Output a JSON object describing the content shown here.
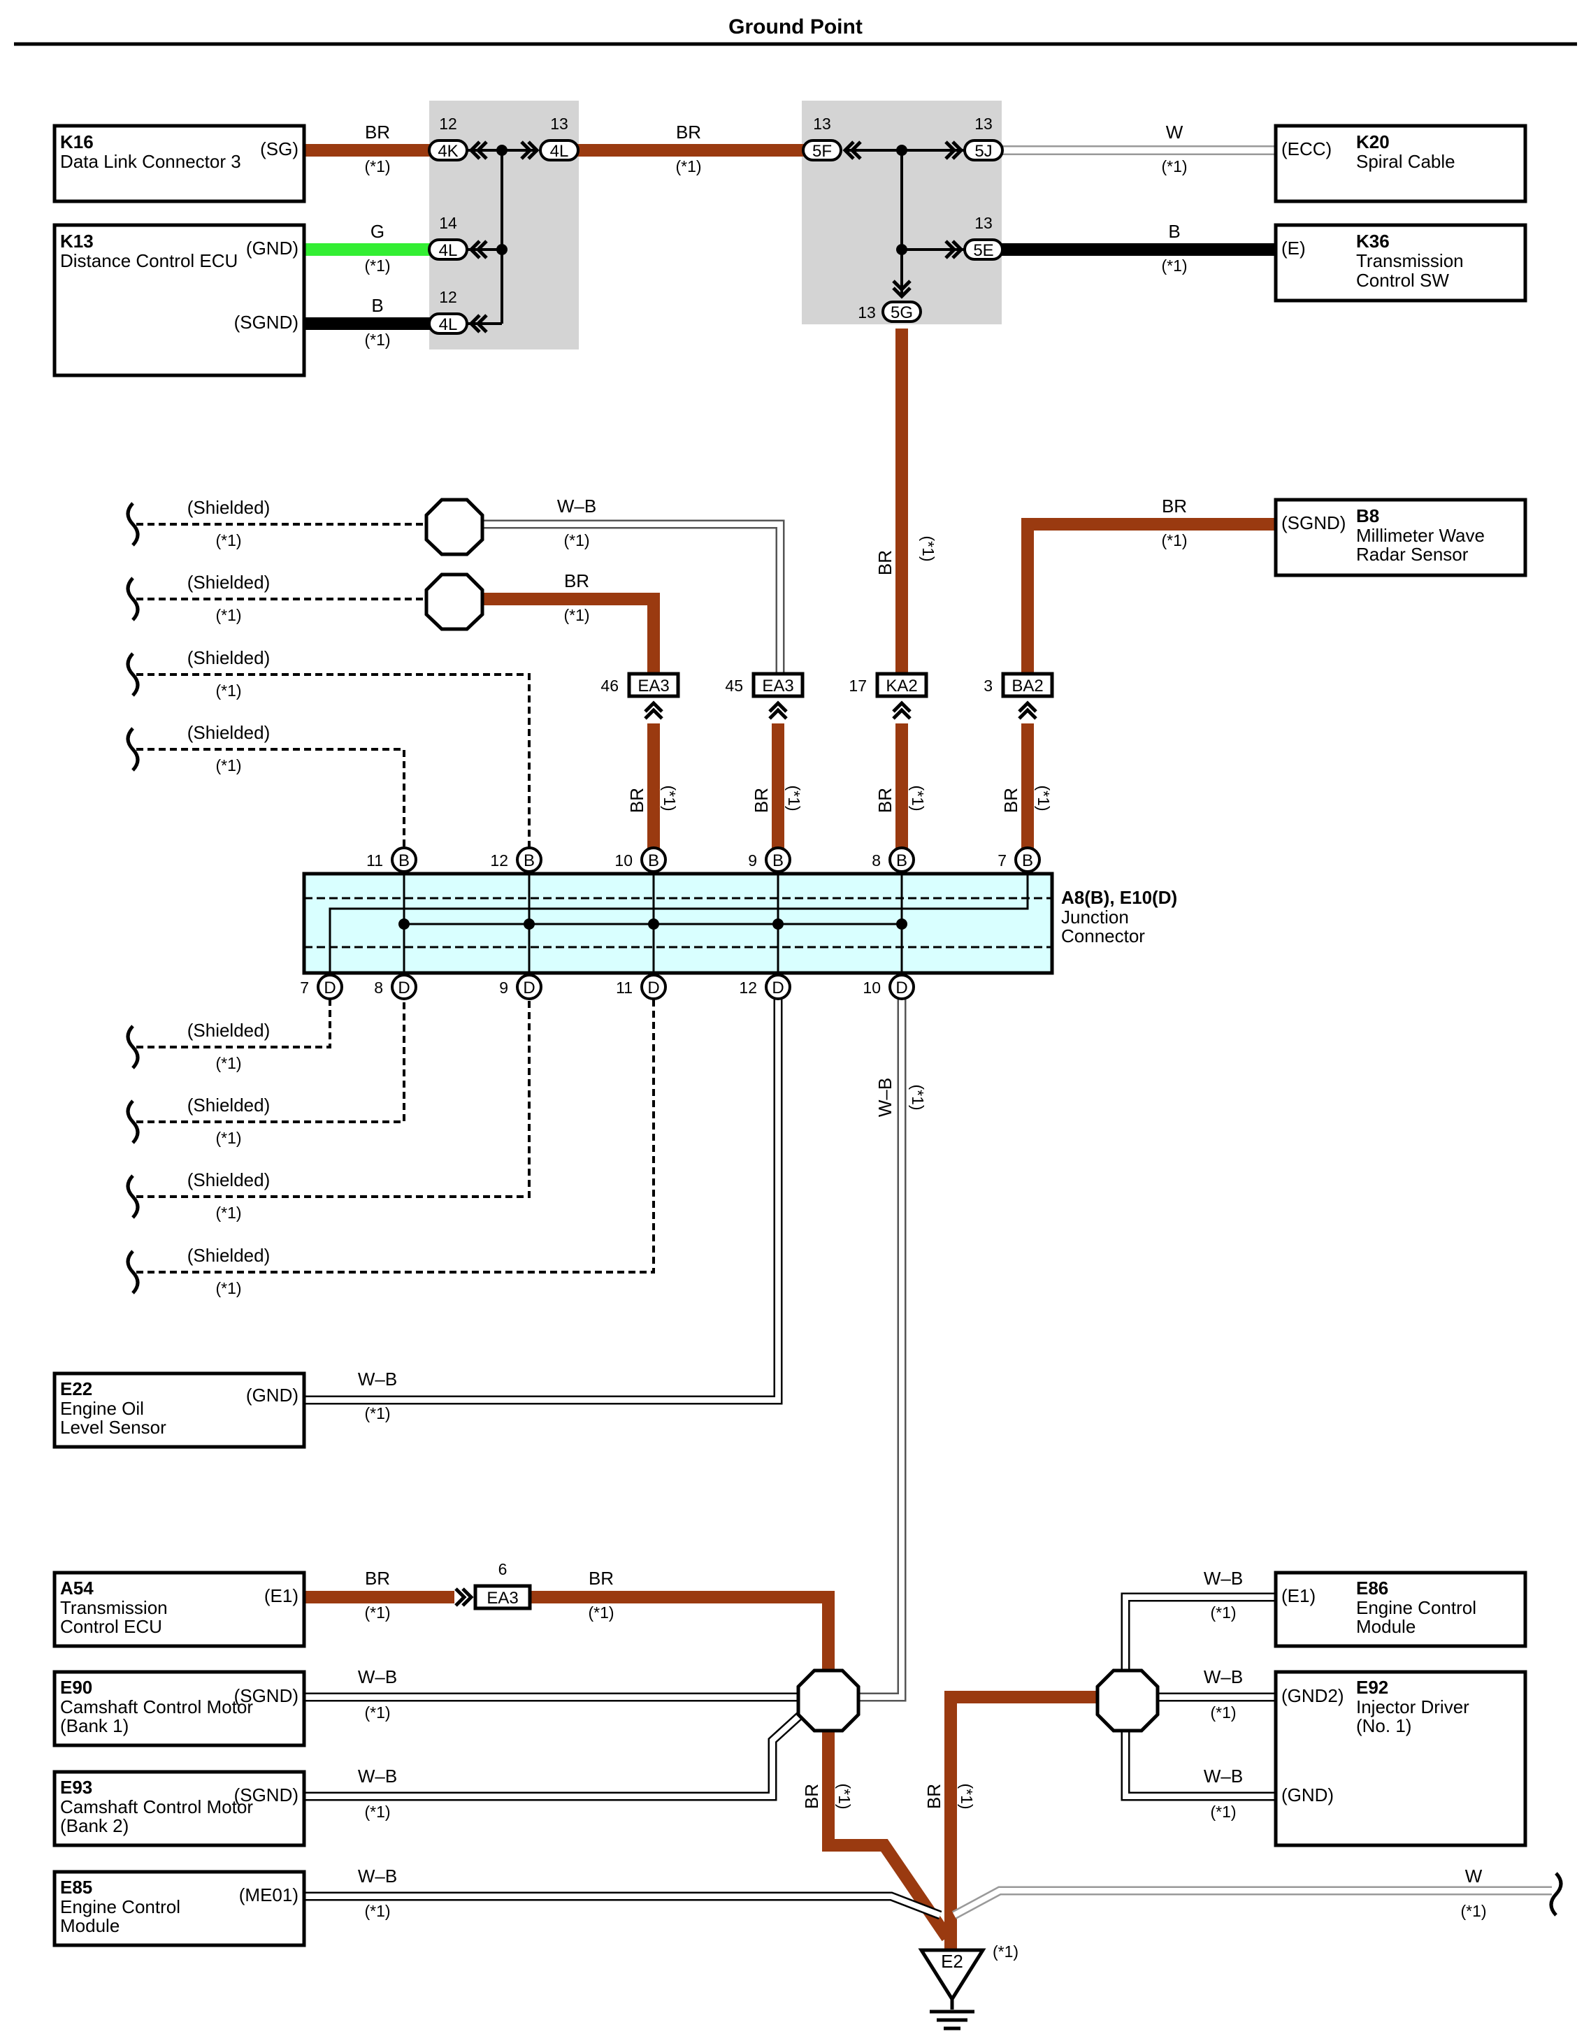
{
  "title": "Ground Point",
  "note": "(*1)",
  "colors": {
    "BR": "#9a3a10",
    "G": "#33ee33",
    "B": "#000000",
    "jc_fill": "#d9ffff",
    "shade": "#d4d4d4"
  },
  "components": {
    "k16": {
      "code": "K16",
      "name": [
        "Data Link Connector 3"
      ],
      "terms": [
        "(SG)"
      ]
    },
    "k13": {
      "code": "K13",
      "name": [
        "Distance Control ECU"
      ],
      "terms": [
        "(GND)",
        "(SGND)"
      ]
    },
    "k20": {
      "code": "K20",
      "name": [
        "Spiral Cable"
      ],
      "terms": [
        "(ECC)"
      ]
    },
    "k36": {
      "code": "K36",
      "name": [
        "Transmission",
        "Control SW"
      ],
      "terms": [
        "(E)"
      ]
    },
    "b8": {
      "code": "B8",
      "name": [
        "Millimeter Wave",
        "Radar Sensor"
      ],
      "terms": [
        "(SGND)"
      ]
    },
    "e22": {
      "code": "E22",
      "name": [
        "Engine Oil",
        "Level Sensor"
      ],
      "terms": [
        "(GND)"
      ]
    },
    "a54": {
      "code": "A54",
      "name": [
        "Transmission",
        "Control ECU"
      ],
      "terms": [
        "(E1)"
      ]
    },
    "e90": {
      "code": "E90",
      "name": [
        "Camshaft Control Motor",
        "(Bank 1)"
      ],
      "terms": [
        "(SGND)"
      ]
    },
    "e93": {
      "code": "E93",
      "name": [
        "Camshaft Control Motor",
        "(Bank 2)"
      ],
      "terms": [
        "(SGND)"
      ]
    },
    "e85": {
      "code": "E85",
      "name": [
        "Engine Control",
        "Module"
      ],
      "terms": [
        "(ME01)"
      ]
    },
    "e86": {
      "code": "E86",
      "name": [
        "Engine Control",
        "Module"
      ],
      "terms": [
        "(E1)"
      ]
    },
    "e92": {
      "code": "E92",
      "name": [
        "Injector Driver",
        "(No. 1)"
      ],
      "terms": [
        "(GND2)",
        "(GND)"
      ]
    }
  },
  "junction": {
    "code": "A8(B), E10(D)",
    "name": [
      "Junction",
      "Connector"
    ]
  },
  "ground": {
    "label": "E2",
    "note": "(*1)"
  },
  "shield_label": "(Shielded)",
  "wire_colors": {
    "br": "BR",
    "g": "G",
    "b": "B",
    "w": "W",
    "wb": "W–B"
  },
  "connectors": {
    "c4k": "4K",
    "c4l": "4L",
    "c5f": "5F",
    "c5j": "5J",
    "c5e": "5E",
    "c5g": "5G",
    "ea3": "EA3",
    "ka2": "KA2",
    "ba2": "BA2",
    "pB": "B",
    "pD": "D"
  },
  "pins": {
    "p12": "12",
    "p13": "13",
    "p14": "14",
    "p46": "46",
    "p45": "45",
    "p17": "17",
    "p3": "3",
    "p11": "11",
    "p10": "10",
    "p9": "9",
    "p8": "8",
    "p7": "7",
    "p6": "6"
  }
}
